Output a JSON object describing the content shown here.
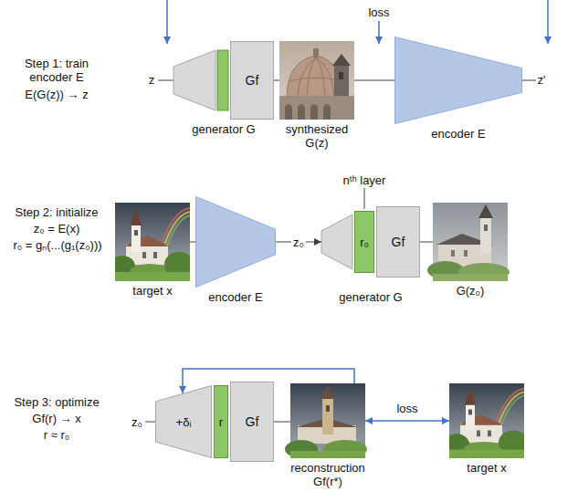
{
  "diagram": {
    "nodes": [
      {
        "text": [
          "generator G"
        ]
      },
      {
        "text": [
          "Gf"
        ],
        "in": 0
      },
      {
        "text": [
          "synthesized G(z)"
        ]
      },
      {
        "text": [
          "encoder E"
        ]
      },
      {
        "text": [
          "target x"
        ]
      },
      {
        "text": [
          "encoder E"
        ]
      },
      {
        "text": [
          "generator G"
        ]
      },
      {
        "text": [
          "r₀"
        ],
        "in": 6
      },
      {
        "text": [
          "Gf"
        ],
        "in": 6
      },
      {
        "text": [
          "G(z₀)"
        ]
      },
      {
        "text": [
          "+δᵢ"
        ]
      },
      {
        "text": [
          "r"
        ]
      },
      {
        "text": [
          "Gf"
        ]
      },
      {
        "text": [
          "reconstruction Gf(r*)"
        ]
      },
      {
        "text": [
          "target x"
        ]
      }
    ],
    "edges": [
      {
        "from": 0,
        "to": 2,
        "arrow": "none"
      },
      {
        "from": 2,
        "to": 3,
        "arrow": "none"
      },
      {
        "from": 4,
        "to": 5,
        "arrow": "none"
      },
      {
        "from": 5,
        "to": 6,
        "label": "z₀",
        "arrow": "to"
      },
      {
        "from": 6,
        "to": 9,
        "arrow": "none"
      },
      {
        "from": 12,
        "to": 13,
        "arrow": "none"
      },
      {
        "from": 13,
        "to": 14,
        "label": "loss",
        "arrow": "both"
      },
      {
        "from": 13,
        "to": 10,
        "arrow": "to"
      }
    ],
    "labels": [
      "loss",
      "Step 1: train encoder E",
      "E(G(z)) → z",
      "z",
      "z'",
      "Step 2: initialize",
      "z₀ = E(x)",
      "r₀ = gₙ(...(g₁(z₀)))",
      "nᵗʰ layer",
      "Step 3: optimize",
      "Gf(r) → x",
      "r ≈ r₀",
      "z₀"
    ]
  }
}
